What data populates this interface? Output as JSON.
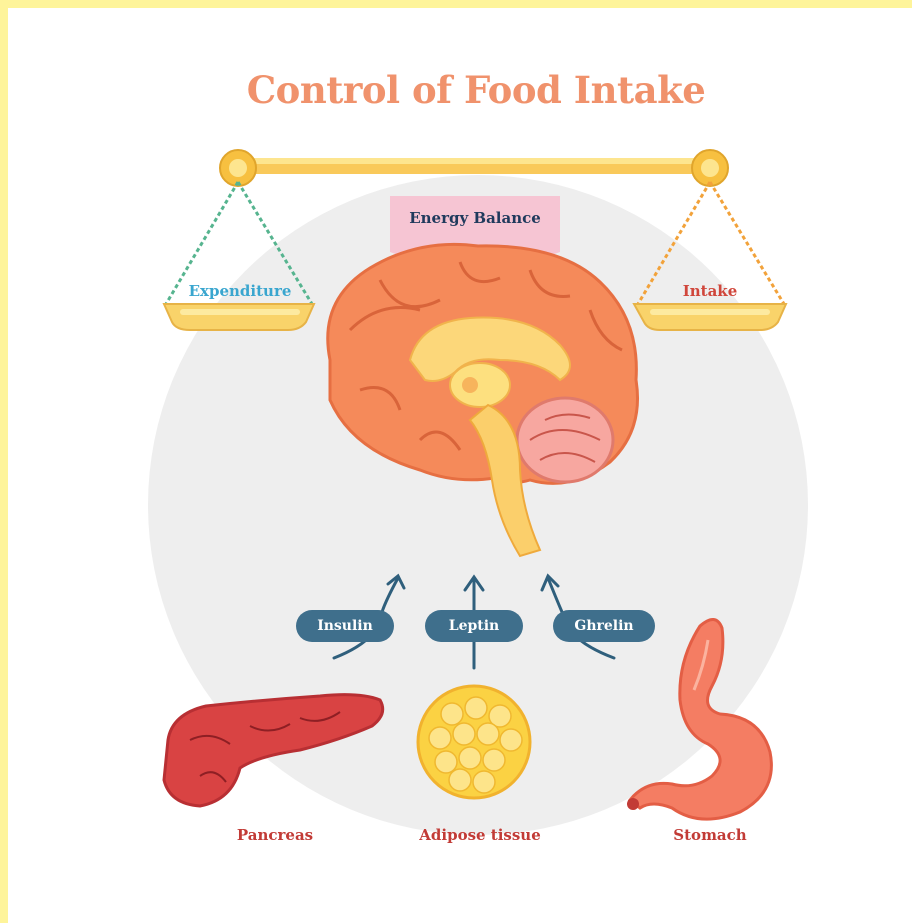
{
  "title": "Control of Food Intake",
  "scale": {
    "left_label": "Expenditure",
    "right_label": "Intake",
    "center_label": "Energy Balance"
  },
  "hormones": [
    {
      "name": "Insulin"
    },
    {
      "name": "Leptin"
    },
    {
      "name": "Ghrelin"
    }
  ],
  "organs": [
    {
      "name": "Pancreas"
    },
    {
      "name": "Adipose tissue"
    },
    {
      "name": "Stomach"
    }
  ],
  "colors": {
    "frame": "#fef49a",
    "title": "#f0926c",
    "expenditure": "#3aa6cf",
    "intake": "#d0463b",
    "pill": "#3f6f8c",
    "organ_label": "#c23b36"
  }
}
